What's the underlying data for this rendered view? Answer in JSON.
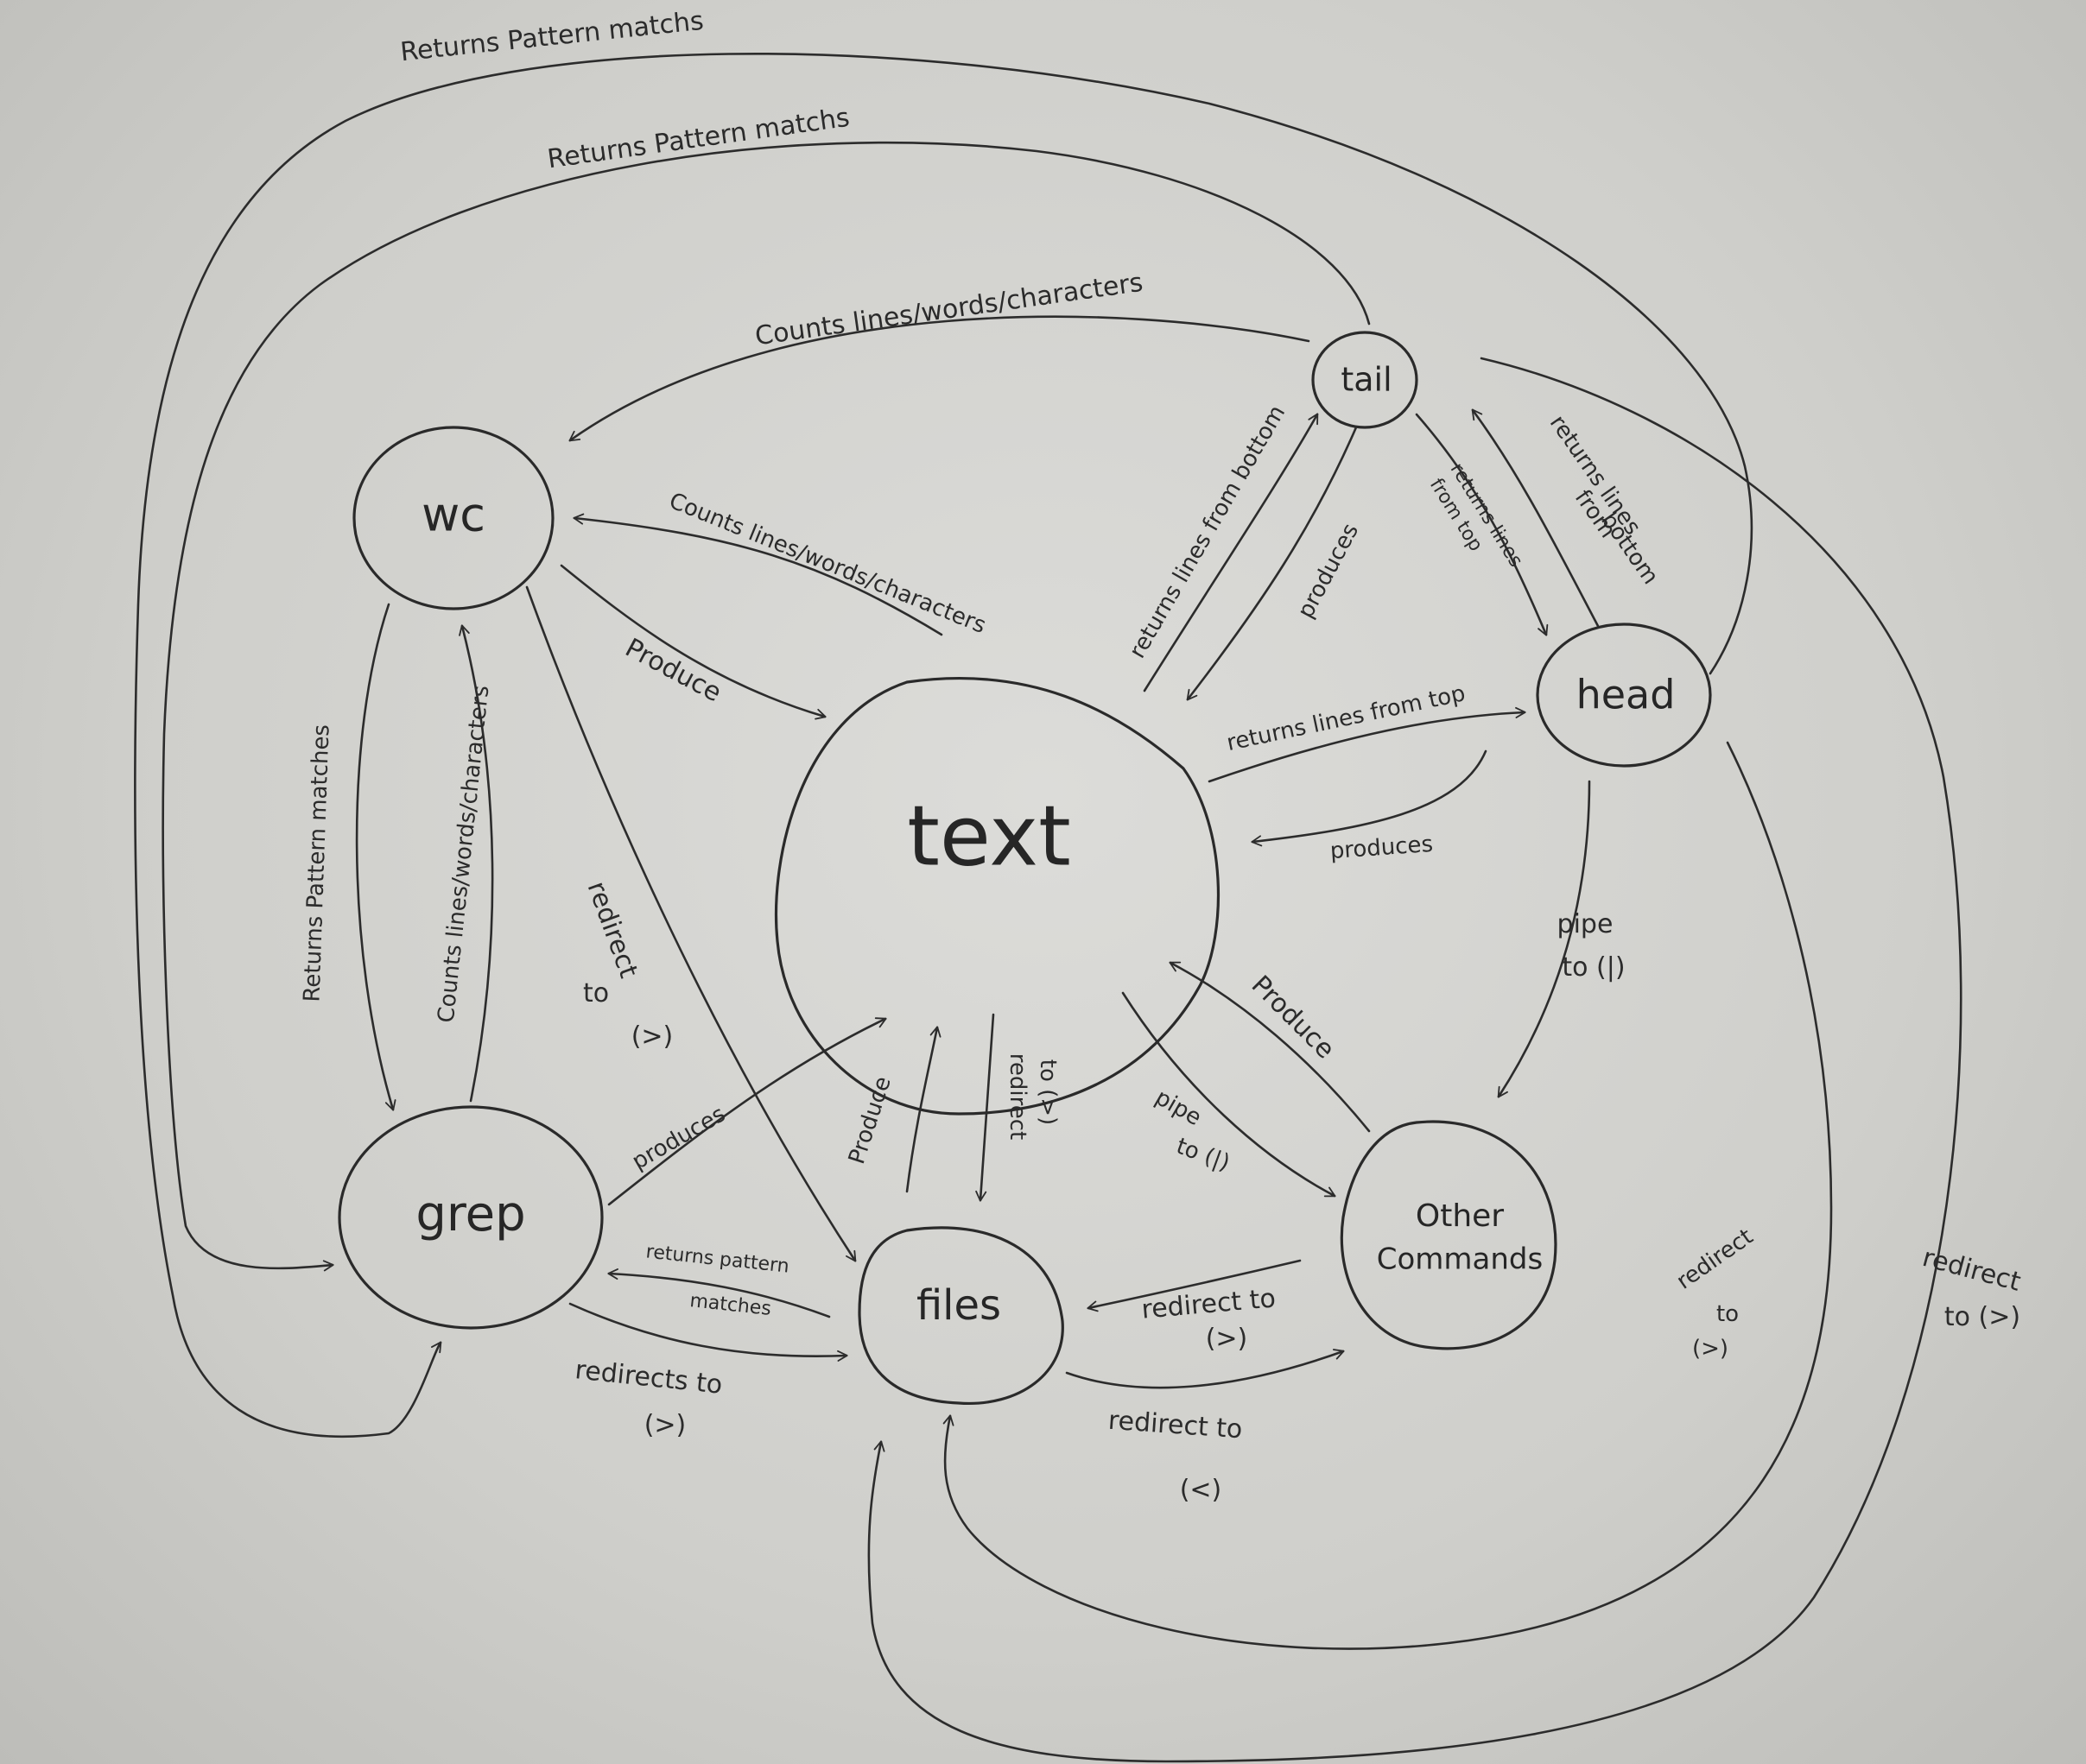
{
  "nodes": {
    "text": "text",
    "wc": "wc",
    "tail": "tail",
    "head": "head",
    "grep": "grep",
    "files": "files",
    "other": [
      "Other",
      "Commands"
    ]
  },
  "edges": {
    "outer_top": "Returns Pattern matchs",
    "second_top": "Returns Pattern matchs",
    "tail_to_wc": "Counts lines/words/characters",
    "text_to_wc": "Counts lines/words/characters",
    "wc_to_text": "Produce",
    "wc_to_grep": "Returns Pattern matches",
    "grep_to_wc": "Counts lines/words/characters",
    "wc_to_files": [
      "redirect",
      "to",
      "(>)"
    ],
    "text_to_tail": "returns lines from bottom",
    "tail_to_text": "produces",
    "tail_to_head": [
      "returns lines",
      "from top"
    ],
    "head_to_tail": [
      "returns lines",
      "from",
      "bottom"
    ],
    "text_to_head": "returns lines from top",
    "head_to_text": "produces",
    "head_to_other": [
      "pipe",
      "to (|)"
    ],
    "other_to_text": "Produce",
    "text_to_other": [
      "pipe",
      "to (|)"
    ],
    "grep_to_text": "produces",
    "files_to_text": "Produce",
    "text_to_files": [
      "redirect",
      "to (>)"
    ],
    "files_to_grep": [
      "returns pattern",
      "matches"
    ],
    "grep_to_files": [
      "redirects to",
      "(>)"
    ],
    "other_to_files": [
      "redirect to",
      "(>)"
    ],
    "files_to_other": [
      "redirect to",
      "(<)"
    ],
    "head_to_files": [
      "redirect",
      "to",
      "(>)"
    ],
    "tail_to_files": [
      "redirect",
      "to (>)"
    ]
  }
}
